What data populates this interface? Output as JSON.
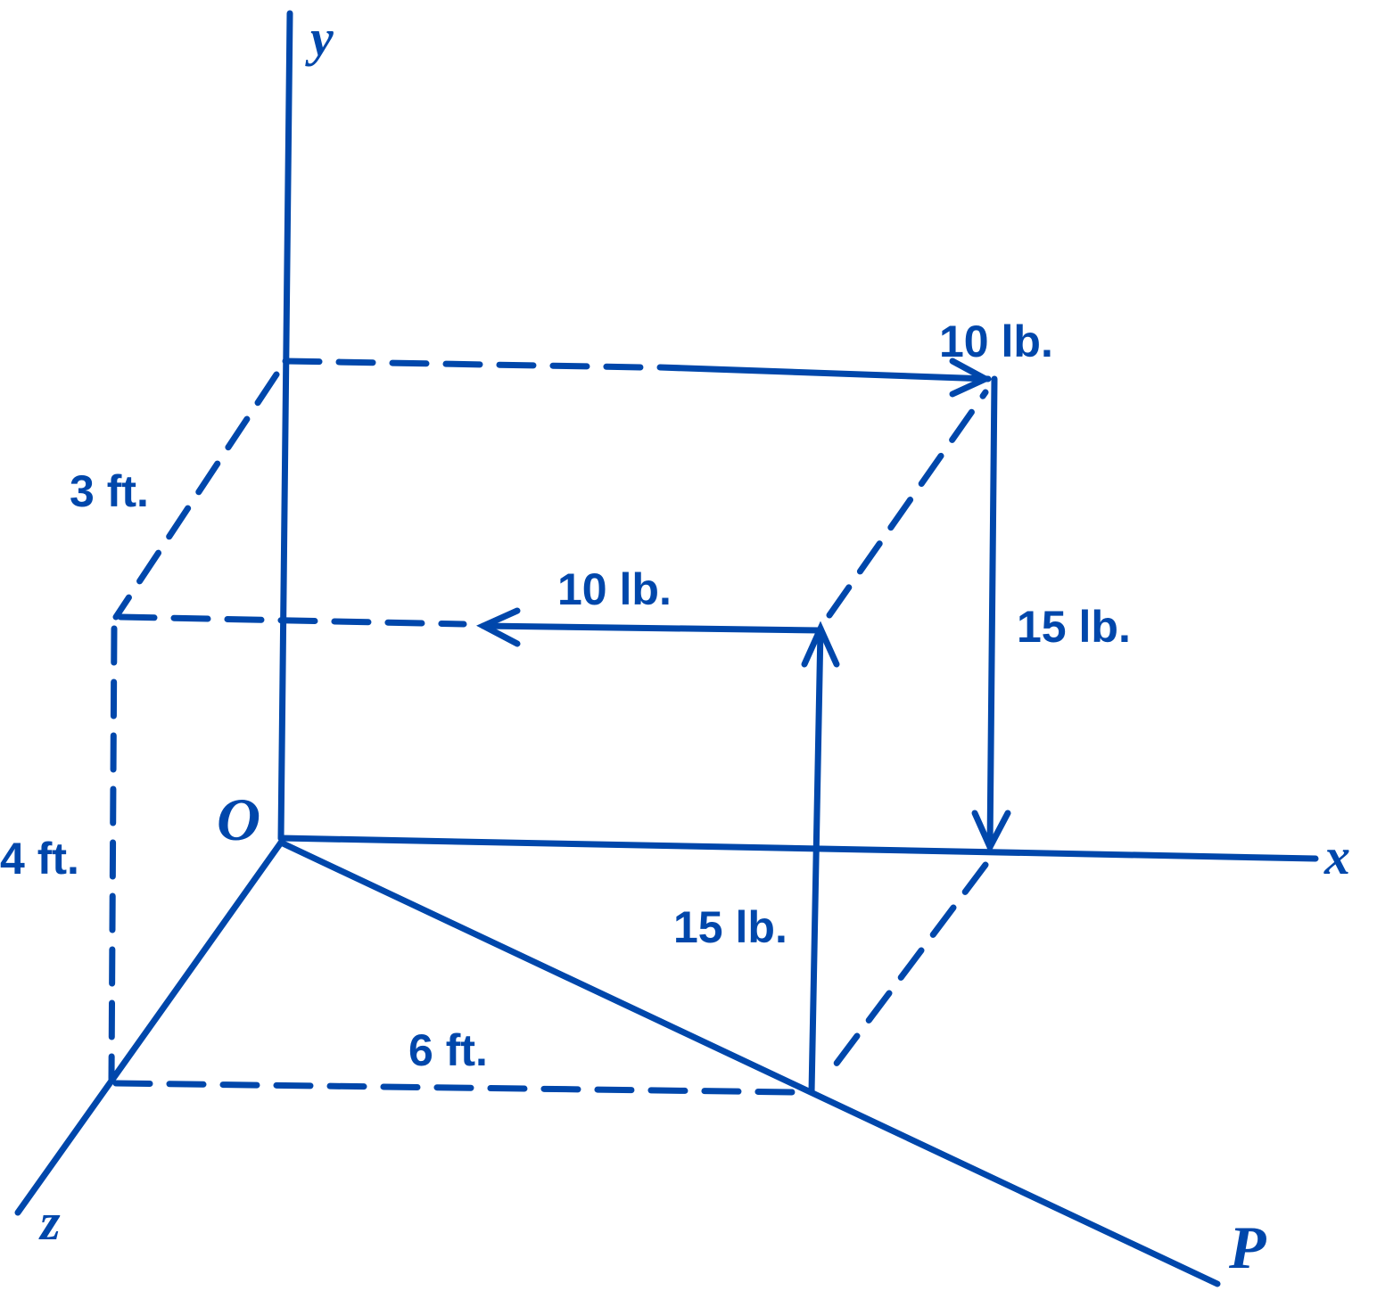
{
  "color": "#0047AB",
  "axes": {
    "x": "x",
    "y": "y",
    "z": "z",
    "origin": "O",
    "p_line": "P"
  },
  "forces": {
    "top_horizontal": "10 lb.",
    "middle_horizontal": "10 lb.",
    "right_vertical": "15 lb.",
    "front_vertical": "15 lb."
  },
  "dimensions": {
    "depth": "3 ft.",
    "height": "4 ft.",
    "width": "6 ft."
  }
}
